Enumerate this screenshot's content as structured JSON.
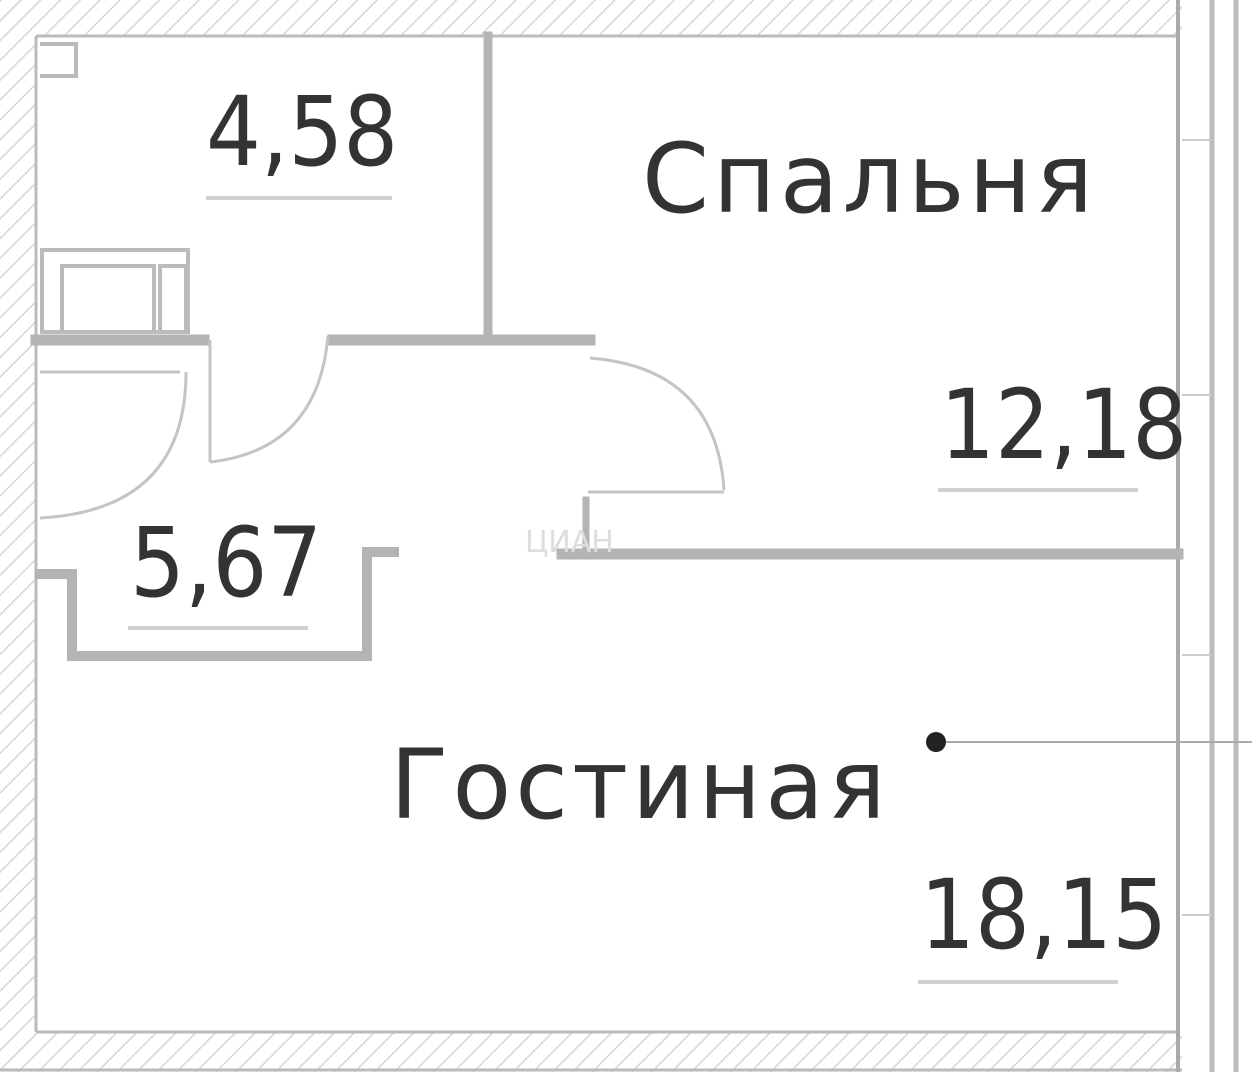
{
  "rooms": {
    "storage": {
      "area": "4,58"
    },
    "bedroom": {
      "name": "Спальня",
      "area": "12,18"
    },
    "hall": {
      "area": "5,67"
    },
    "living": {
      "name": "Гостиная",
      "area": "18,15"
    }
  },
  "watermark": {
    "text": "ЦИАН"
  },
  "colors": {
    "wall": "#b4b4b4",
    "wall_dark": "#999999",
    "hatch": "#cccccc",
    "text": "#333333",
    "underline": "#d0d0d0"
  }
}
